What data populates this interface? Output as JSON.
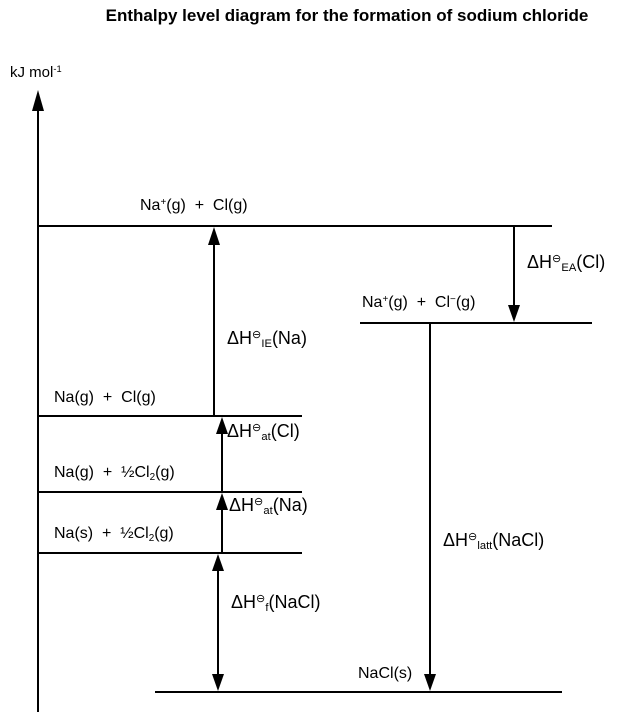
{
  "title": "Enthalpy level diagram for the formation of sodium chloride",
  "axis": {
    "unit": {
      "parts": [
        {
          "t": "kJ mol"
        },
        {
          "t": "-1",
          "sup": true
        }
      ]
    }
  },
  "levels": {
    "na_ion_cl_atom": {
      "parts": [
        {
          "t": "Na"
        },
        {
          "t": "+",
          "sup": true
        },
        {
          "t": "(g)  +  Cl(g)"
        }
      ]
    },
    "na_ion_cl_ion": {
      "parts": [
        {
          "t": "Na"
        },
        {
          "t": "+",
          "sup": true
        },
        {
          "t": "(g)  +  Cl"
        },
        {
          "t": "−",
          "sup": true
        },
        {
          "t": "(g)"
        }
      ]
    },
    "na_cl_atoms": {
      "parts": [
        {
          "t": "Na(g)  +  Cl(g)"
        }
      ]
    },
    "na_gas_cl2": {
      "parts": [
        {
          "t": "Na(g)  +  ½Cl"
        },
        {
          "t": "2",
          "sub": true
        },
        {
          "t": "(g)"
        }
      ]
    },
    "na_solid_cl2": {
      "parts": [
        {
          "t": "Na(s)  +  ½Cl"
        },
        {
          "t": "2",
          "sub": true
        },
        {
          "t": "(g)"
        }
      ]
    },
    "nacl_solid": {
      "parts": [
        {
          "t": "NaCl(s)"
        }
      ]
    }
  },
  "enthalpies": {
    "ea": {
      "parts": [
        {
          "t": "ΔH"
        },
        {
          "t": "⊖",
          "sup": true
        },
        {
          "t": "EA",
          "sub": true
        },
        {
          "t": "(Cl)"
        }
      ]
    },
    "ie": {
      "parts": [
        {
          "t": "ΔH"
        },
        {
          "t": "⊖",
          "sup": true
        },
        {
          "t": "IE",
          "sub": true
        },
        {
          "t": "(Na)"
        }
      ]
    },
    "at_cl": {
      "parts": [
        {
          "t": "ΔH"
        },
        {
          "t": "⊖",
          "sup": true
        },
        {
          "t": "at",
          "sub": true
        },
        {
          "t": "(Cl)"
        }
      ]
    },
    "at_na": {
      "parts": [
        {
          "t": "ΔH"
        },
        {
          "t": "⊖",
          "sup": true
        },
        {
          "t": "at",
          "sub": true
        },
        {
          "t": "(Na)"
        }
      ]
    },
    "f": {
      "parts": [
        {
          "t": "ΔH"
        },
        {
          "t": "⊖",
          "sup": true
        },
        {
          "t": "f",
          "sub": true
        },
        {
          "t": "(NaCl)"
        }
      ]
    },
    "latt": {
      "parts": [
        {
          "t": "ΔH"
        },
        {
          "t": "⊖",
          "sup": true
        },
        {
          "t": "latt",
          "sub": true
        },
        {
          "t": "(NaCl)"
        }
      ]
    }
  },
  "colors": {
    "line": "#000000",
    "background": "#ffffff"
  }
}
